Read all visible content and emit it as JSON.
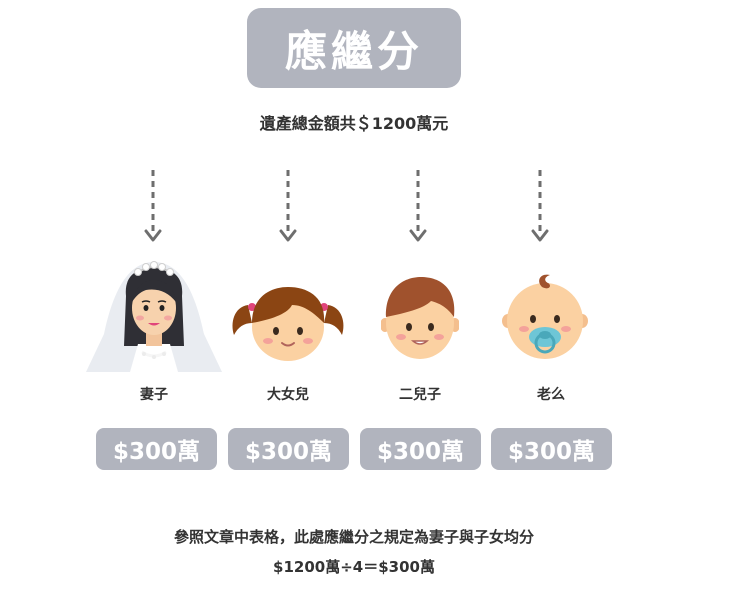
{
  "title": "應繼分",
  "subtitle": "遺產總金額共＄1200萬元",
  "heirs": [
    {
      "label": "妻子",
      "amount": "$300萬"
    },
    {
      "label": "大女兒",
      "amount": "$300萬"
    },
    {
      "label": "二兒子",
      "amount": "$300萬"
    },
    {
      "label": "老么",
      "amount": "$300萬"
    }
  ],
  "note": {
    "line1": "參照文章中表格，此處應繼分之規定為妻子與子女均分",
    "line2": "$1200萬÷4＝$300萬"
  },
  "colors": {
    "box": "#b1b4be",
    "arrow": "#6e6e6e",
    "skin": "#fbd1a2",
    "girl_hair": "#8b4513",
    "boy_hair": "#a0522d",
    "pacifier": "#6ec6d6"
  }
}
